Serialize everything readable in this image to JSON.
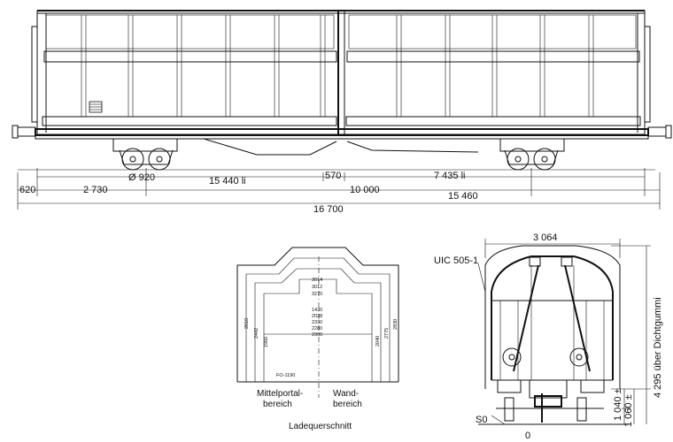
{
  "side_view": {
    "dims": {
      "wheel_diameter": "Ø 920",
      "inner_length_left": "15 440 li",
      "door_offset": "570",
      "inner_length_right": "7 435 li",
      "overhang": "620",
      "bogie_offset": "2 730",
      "bogie_distance": "10 000",
      "length_over_body": "15 460",
      "length_over_buffers": "16 700"
    }
  },
  "cross_section": {
    "heights_left": [
      "2810",
      "2442",
      "1960"
    ],
    "heights_center": [
      "3014",
      "3012",
      "3270",
      "1430",
      "2038",
      "2330",
      "2280",
      "2900"
    ],
    "heights_right": [
      "2040",
      "2775",
      "2830"
    ],
    "floor_width": "FO-1190",
    "label_center": "Mittelportal-\nbereich",
    "label_wall": "Wand-\nbereich",
    "caption": "Ladequerschnitt"
  },
  "end_view": {
    "width": "3 064",
    "gauge_label": "UIC 505-1",
    "height_label": "4 295 über Dichtgummi",
    "dim_1040": "1 040 ±",
    "dim_1060": "1 060 ±",
    "label_s0": "S0",
    "label_0": "0"
  }
}
